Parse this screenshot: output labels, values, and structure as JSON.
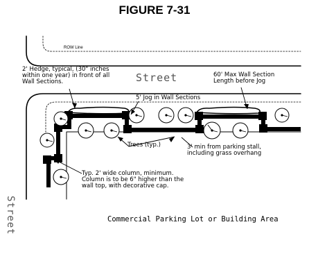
{
  "figure": {
    "title": "FIGURE 7-31",
    "labels": {
      "row_line": "ROW Line",
      "street_top": "Street",
      "street_side": "Street",
      "hedge": "2' Hedge, typical, (30\" inches\nwithin one year) in front of all\nWall Sections.",
      "max_wall": "60' Max Wall Section\nLength before Jog",
      "jog": "5' Jog in Wall Sections",
      "parking_stall": "3' min from parking stall,\nincluding grass overhang",
      "trees": "Trees (typ.)",
      "column": "Typ. 2' wide column, minimum.\nColumn is to be 6\" higher than the\nwall top, with decorative cap.",
      "area": "Commercial Parking Lot or Building Area"
    }
  }
}
